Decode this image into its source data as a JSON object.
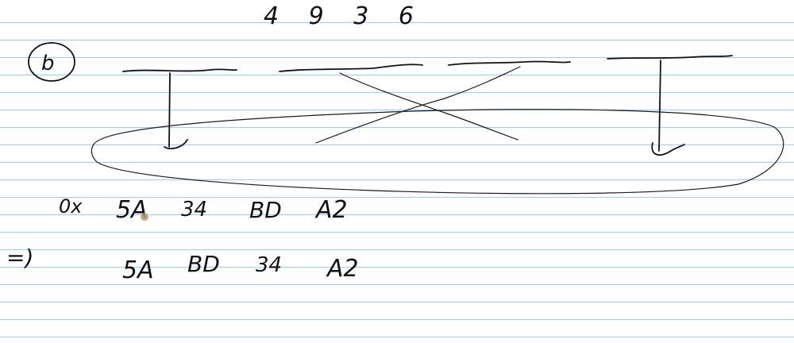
{
  "notes": {
    "top_digits": "4 9 3 6",
    "circled_mark": "b",
    "hex_line": {
      "prefix": "0x",
      "bytes": [
        "5A",
        "34",
        "BD",
        "A2"
      ]
    },
    "implies_symbol": "=)",
    "reordered_bytes": [
      "5A",
      "BD",
      "34",
      "A2"
    ]
  },
  "colors": {
    "ink": "#111111",
    "rule_lines": "#a9c8ec",
    "paper": "#ffffff",
    "cursor_dot": "#b49a6a"
  }
}
